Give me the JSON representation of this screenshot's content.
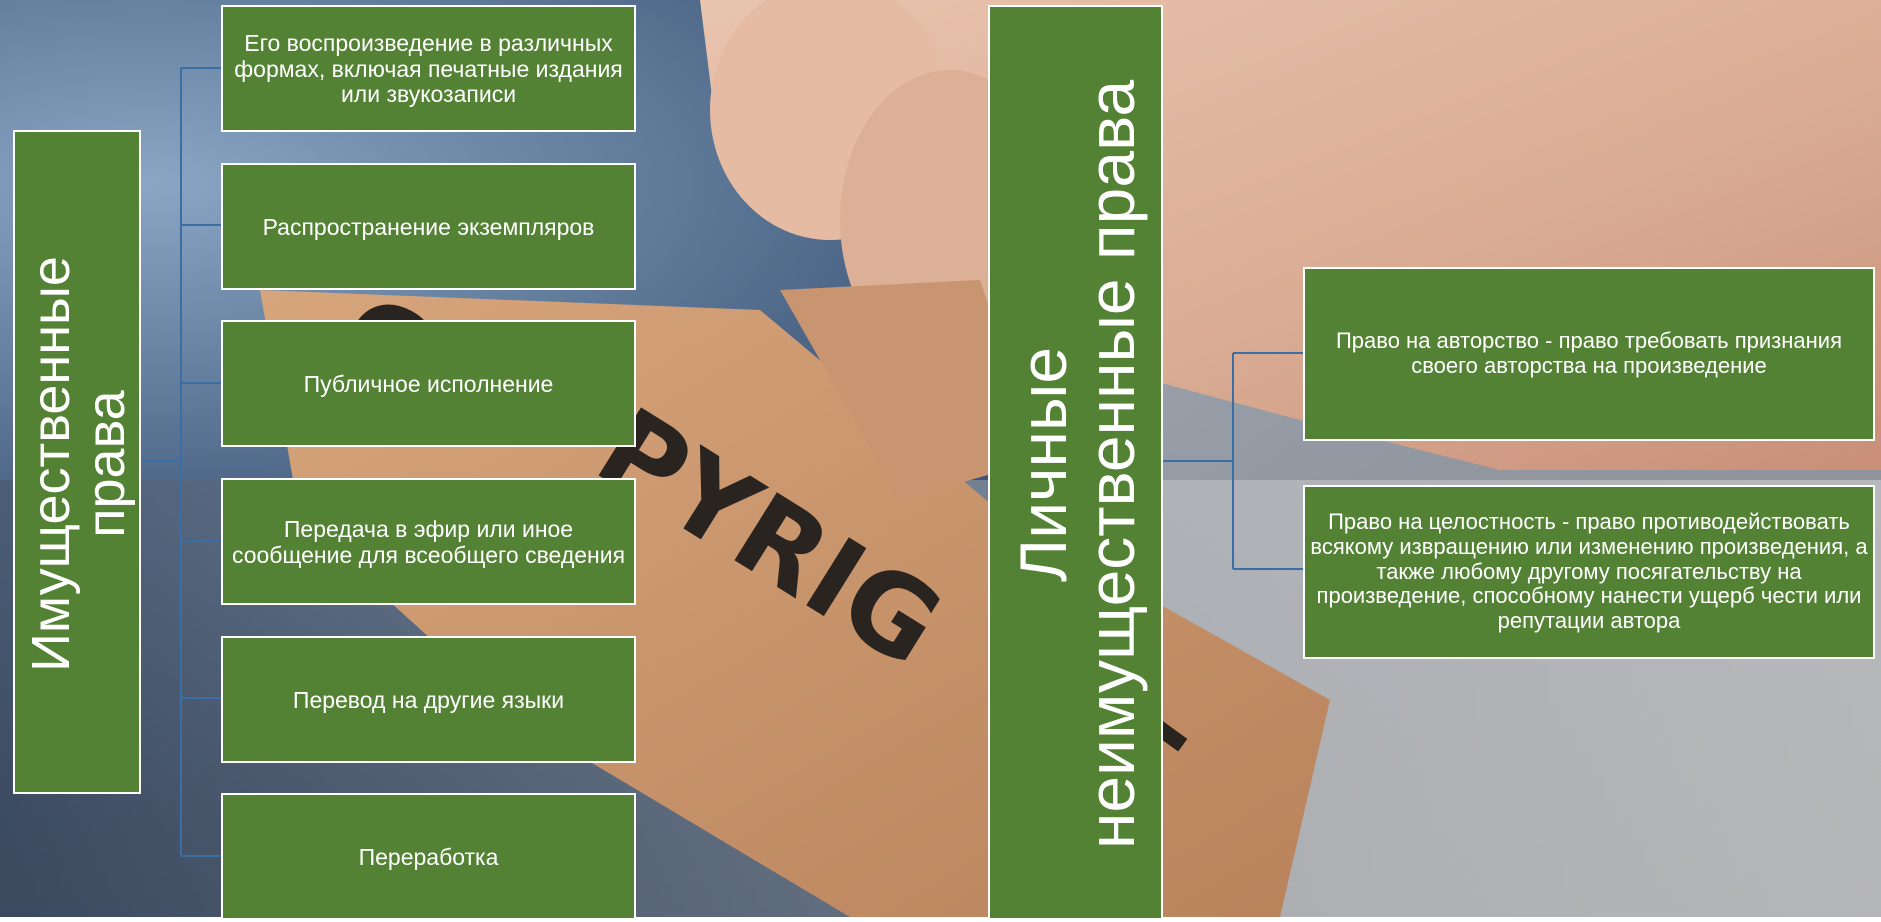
{
  "colors": {
    "box_fill": "#548235",
    "box_border": "#ffffff",
    "connector": "#3a6ea5",
    "text": "#ffffff"
  },
  "background": {
    "photo_stamp_text": "COPYRIGHT"
  },
  "left_group": {
    "title_line1": "Имущественные",
    "title_line2": "права",
    "items": [
      {
        "label": "Его воспроизведение в различных формах, включая печатные издания или звукозаписи"
      },
      {
        "label": "Распространение экземпляров"
      },
      {
        "label": "Публичное исполнение"
      },
      {
        "label": "Передача в эфир или иное сообщение для всеобщего сведения"
      },
      {
        "label": "Перевод на другие языки"
      },
      {
        "label": "Переработка"
      }
    ]
  },
  "right_group": {
    "title_line1": "Личные",
    "title_line2": "неимущественные права",
    "items": [
      {
        "label": "Право на авторство - право требовать признания своего авторства на произведение"
      },
      {
        "label": "Право на целостность - право противодействовать всякому извращению или изменению произведения, а также любому другому посягательству на произведение, способному нанести ущерб чести или репутации автора"
      }
    ]
  }
}
